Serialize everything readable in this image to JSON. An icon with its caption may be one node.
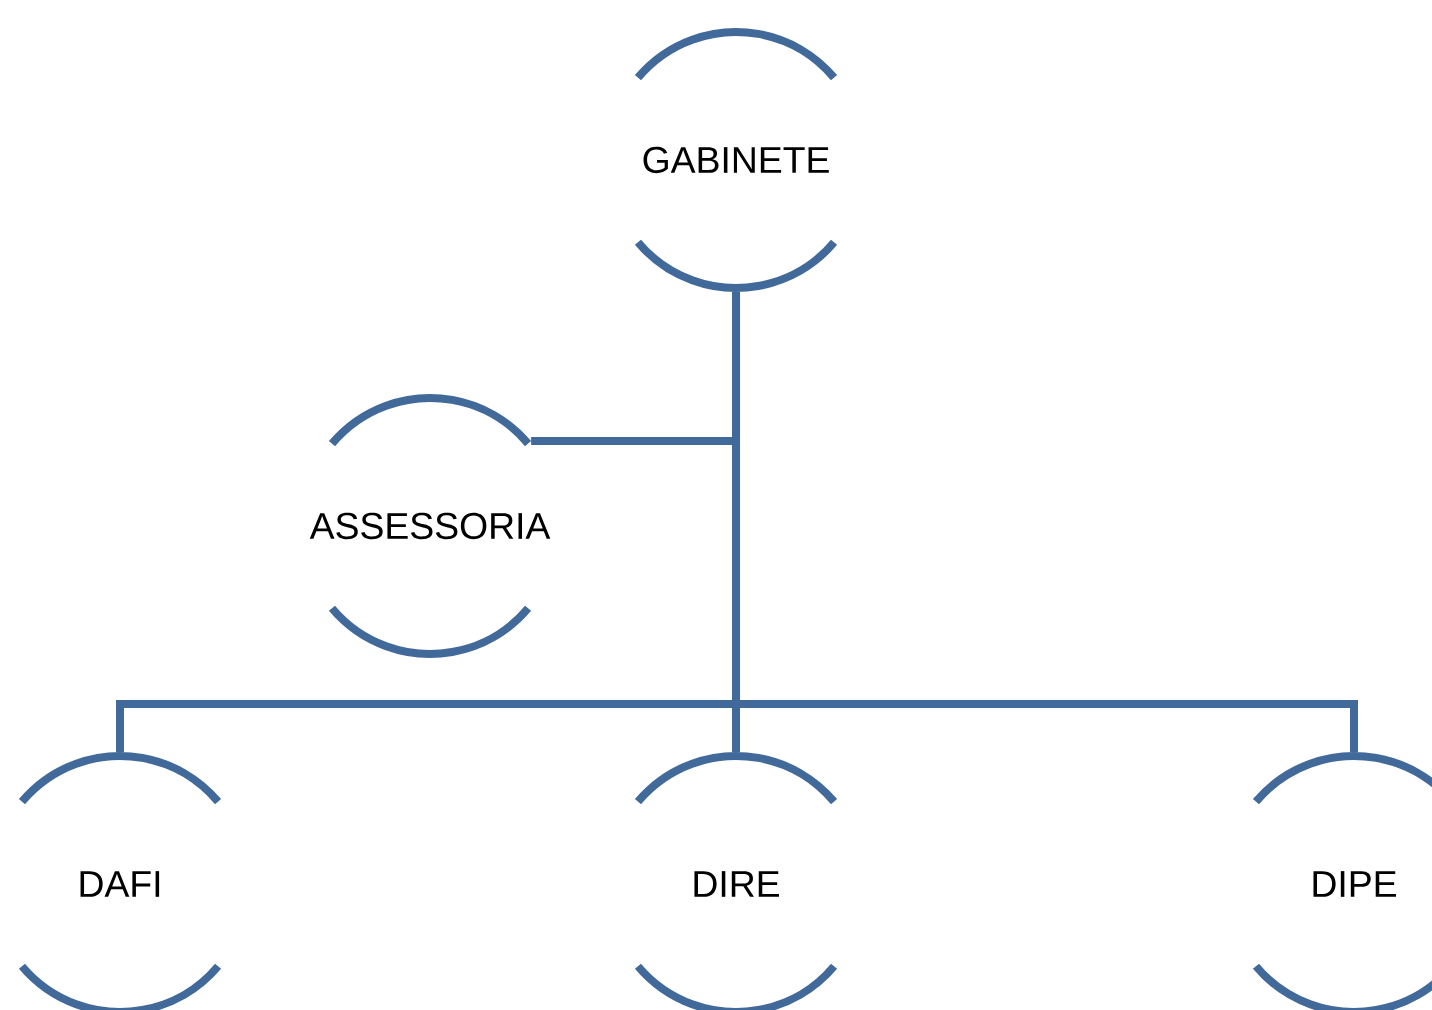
{
  "diagram": {
    "nodes": [
      {
        "text": [
          "GABINETE"
        ]
      },
      {
        "text": [
          "ASSESSORIA"
        ]
      },
      {
        "text": [
          "DAFI"
        ]
      },
      {
        "text": [
          "DIRE"
        ]
      },
      {
        "text": [
          "DIPE"
        ]
      }
    ],
    "edges": [
      {
        "from": 0,
        "to": 1,
        "arrow": "none"
      },
      {
        "from": 0,
        "to": 2,
        "arrow": "none"
      },
      {
        "from": 0,
        "to": 3,
        "arrow": "none"
      },
      {
        "from": 0,
        "to": 4,
        "arrow": "none"
      }
    ]
  }
}
